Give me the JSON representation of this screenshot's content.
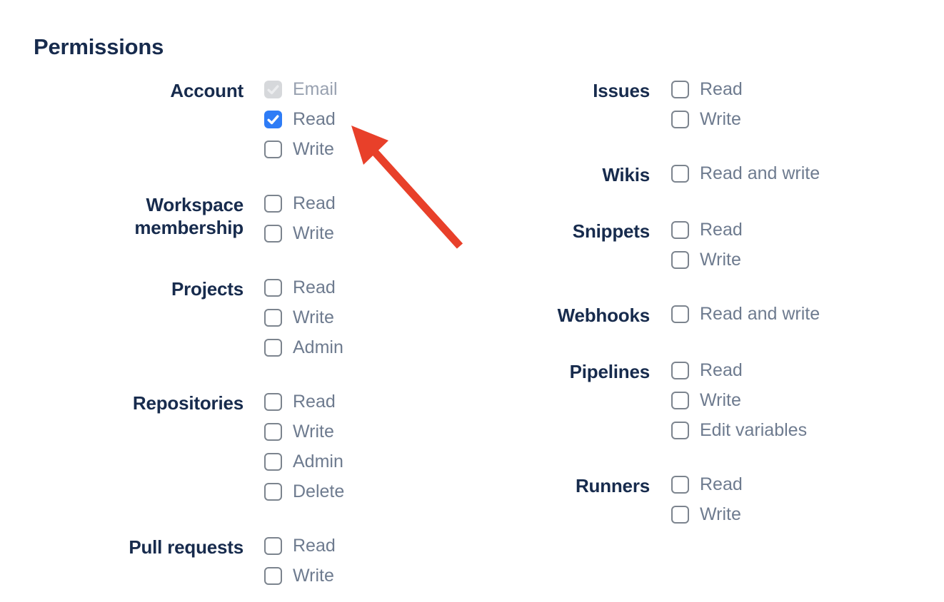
{
  "heading": "Permissions",
  "colors": {
    "heading_text": "#172B4D",
    "group_label_text": "#172B4D",
    "option_text": "#6E7B8F",
    "disabled_option_text": "#98A1B0",
    "checkbox_border": "#7C848E",
    "checked_checkbox_fill": "#2E7CF6",
    "checked_checkmark": "#FFFFFF",
    "disabled_checkbox_fill": "#D6D8DB",
    "disabled_checkmark": "#ECEDEF",
    "annotation_arrow": "#E8402A"
  },
  "columns": [
    {
      "name": "left",
      "groups": [
        {
          "label": "Account",
          "options": [
            {
              "label": "Email",
              "state": "disabled-checked"
            },
            {
              "label": "Read",
              "state": "checked"
            },
            {
              "label": "Write",
              "state": "unchecked"
            }
          ]
        },
        {
          "label": "Workspace membership",
          "options": [
            {
              "label": "Read",
              "state": "unchecked"
            },
            {
              "label": "Write",
              "state": "unchecked"
            }
          ]
        },
        {
          "label": "Projects",
          "options": [
            {
              "label": "Read",
              "state": "unchecked"
            },
            {
              "label": "Write",
              "state": "unchecked"
            },
            {
              "label": "Admin",
              "state": "unchecked"
            }
          ]
        },
        {
          "label": "Repositories",
          "options": [
            {
              "label": "Read",
              "state": "unchecked"
            },
            {
              "label": "Write",
              "state": "unchecked"
            },
            {
              "label": "Admin",
              "state": "unchecked"
            },
            {
              "label": "Delete",
              "state": "unchecked"
            }
          ]
        },
        {
          "label": "Pull requests",
          "options": [
            {
              "label": "Read",
              "state": "unchecked"
            },
            {
              "label": "Write",
              "state": "unchecked"
            }
          ]
        }
      ]
    },
    {
      "name": "right",
      "groups": [
        {
          "label": "Issues",
          "options": [
            {
              "label": "Read",
              "state": "unchecked"
            },
            {
              "label": "Write",
              "state": "unchecked"
            }
          ]
        },
        {
          "label": "Wikis",
          "options": [
            {
              "label": "Read and write",
              "state": "unchecked"
            }
          ]
        },
        {
          "label": "Snippets",
          "options": [
            {
              "label": "Read",
              "state": "unchecked"
            },
            {
              "label": "Write",
              "state": "unchecked"
            }
          ]
        },
        {
          "label": "Webhooks",
          "options": [
            {
              "label": "Read and write",
              "state": "unchecked"
            }
          ]
        },
        {
          "label": "Pipelines",
          "options": [
            {
              "label": "Read",
              "state": "unchecked"
            },
            {
              "label": "Write",
              "state": "unchecked"
            },
            {
              "label": "Edit variables",
              "state": "unchecked"
            }
          ]
        },
        {
          "label": "Runners",
          "options": [
            {
              "label": "Read",
              "state": "unchecked"
            },
            {
              "label": "Write",
              "state": "unchecked"
            }
          ]
        }
      ]
    }
  ],
  "annotation": {
    "arrow_color": "#E8402A"
  }
}
